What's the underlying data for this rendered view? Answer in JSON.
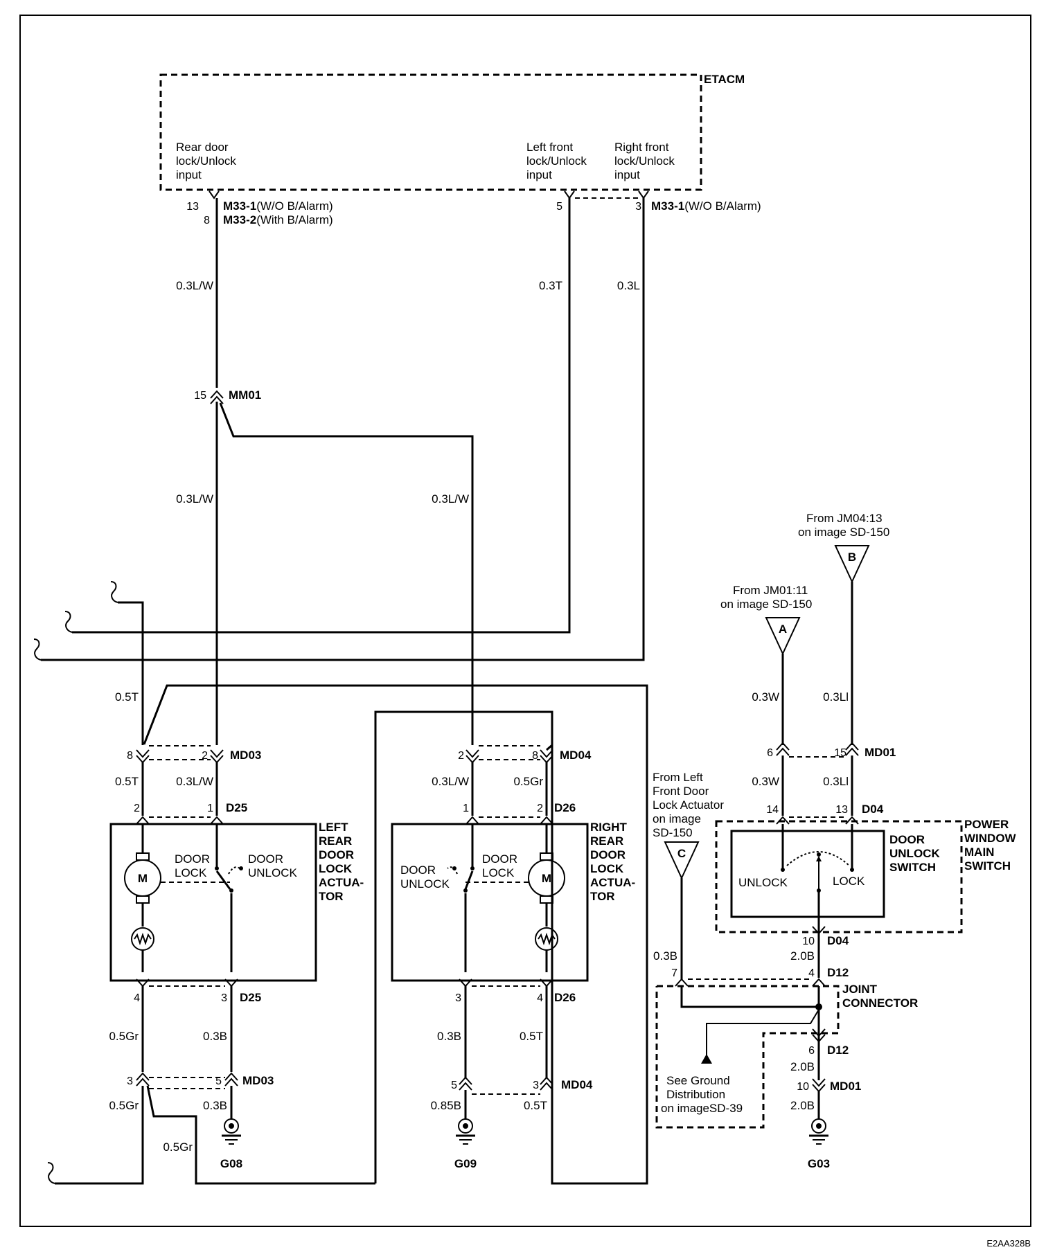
{
  "etacm": {
    "name": "ETACM",
    "rear_input": [
      "Rear door",
      "lock/Unlock",
      "input"
    ],
    "left_front_input": [
      "Left front",
      "lock/Unlock",
      "input"
    ],
    "right_front_input": [
      "Right front",
      "lock/Unlock",
      "input"
    ],
    "pin_13": "13",
    "pin_8": "8",
    "conn_m33_1": "M33-1",
    "conn_m33_1_note": "(W/O B/Alarm)",
    "conn_m33_2": "M33-2",
    "conn_m33_2_note": "(With B/Alarm)",
    "pin_5": "5",
    "pin_3": "3"
  },
  "wires": {
    "w_03lw_top": "0.3L/W",
    "w_03t_top": "0.3T",
    "w_03l_top": "0.3L",
    "w_03lw_mid_left": "0.3L/W",
    "w_03lw_mid_right": "0.3L/W",
    "w_05t_left": "0.5T",
    "w_05t_d25": "0.5T",
    "w_03lw_d25": "0.3L/W",
    "w_03lw_d26": "0.3L/W",
    "w_05gr_d26": "0.5Gr",
    "w_05gr_lower": "0.5Gr",
    "w_03b_d25": "0.3B",
    "w_05gr_md03": "0.5Gr",
    "w_03b_g08": "0.3B",
    "w_05gr_bottom": "0.5Gr",
    "w_03b_d26": "0.3B",
    "w_05t_d26": "0.5T",
    "w_085b_g09": "0.85B",
    "w_05t_md04": "0.5T",
    "w_03w_top": "0.3W",
    "w_03li_top": "0.3Ll",
    "w_03w_d04": "0.3W",
    "w_03li_d04": "0.3Ll",
    "w_20b_d04": "2.0B",
    "w_03b_c": "0.3B",
    "w_20b_d12": "2.0B",
    "w_20b_md01": "2.0B"
  },
  "connectors": {
    "mm01": "MM01",
    "mm01_pin": "15",
    "md03_top": "MD03",
    "md03_pin_8": "8",
    "md03_pin_2": "2",
    "md04_top": "MD04",
    "md04_pin_2": "2",
    "md04_pin_8": "8",
    "d25_top": "D25",
    "d25_pin_2": "2",
    "d25_pin_1": "1",
    "d26_top": "D26",
    "d26_pin_1": "1",
    "d26_pin_2": "2",
    "d25_bottom": "D25",
    "d25_pin_4": "4",
    "d25_pin_3": "3",
    "d26_bottom": "D26",
    "d26_pin_3": "3",
    "d26_pin_4": "4",
    "md03_bottom": "MD03",
    "md03_pin_3": "3",
    "md03_pin_5": "5",
    "md04_bottom": "MD04",
    "md04_pin_5": "5",
    "md04_pin_3": "3",
    "md01_top": "MD01",
    "md01_pin_6": "6",
    "md01_pin_15": "15",
    "d04_top": "D04",
    "d04_pin_14": "14",
    "d04_pin_13": "13",
    "d04_bottom": "D04",
    "d04_pin_10": "10",
    "d12_top": "D12",
    "d12_pin_7": "7",
    "d12_pin_4": "4",
    "d12_bottom": "D12",
    "d12_pin_6": "6",
    "md01_bottom": "MD01",
    "md01_pin_10": "10"
  },
  "components": {
    "left_actuator": [
      "LEFT",
      "REAR",
      "DOOR",
      "LOCK",
      "ACTUA-",
      "TOR"
    ],
    "right_actuator": [
      "RIGHT",
      "REAR",
      "DOOR",
      "LOCK",
      "ACTUA-",
      "TOR"
    ],
    "motor": "M",
    "door_lock": [
      "DOOR",
      "LOCK"
    ],
    "door_unlock": [
      "DOOR",
      "UNLOCK"
    ],
    "switch_name": [
      "DOOR",
      "UNLOCK",
      "SWITCH"
    ],
    "power_window": [
      "POWER",
      "WINDOW",
      "MAIN",
      "SWITCH"
    ],
    "unlock": "UNLOCK",
    "lock": "LOCK",
    "joint_connector": [
      "JOINT",
      "CONNECTOR"
    ]
  },
  "references": {
    "a_label": "A",
    "a_from": [
      "From JM01:11",
      "on image  SD-150"
    ],
    "b_label": "B",
    "b_from": [
      "From JM04:13",
      "on image SD-150"
    ],
    "c_label": "C",
    "c_from": [
      "From Left",
      "Front Door",
      "Lock Actuator",
      "on image",
      "SD-150"
    ],
    "ground_note": [
      "See Ground",
      "Distribution",
      "on imageSD-39"
    ]
  },
  "grounds": {
    "g08": "G08",
    "g09": "G09",
    "g03": "G03"
  },
  "footer": {
    "code": "E2AA328B"
  }
}
